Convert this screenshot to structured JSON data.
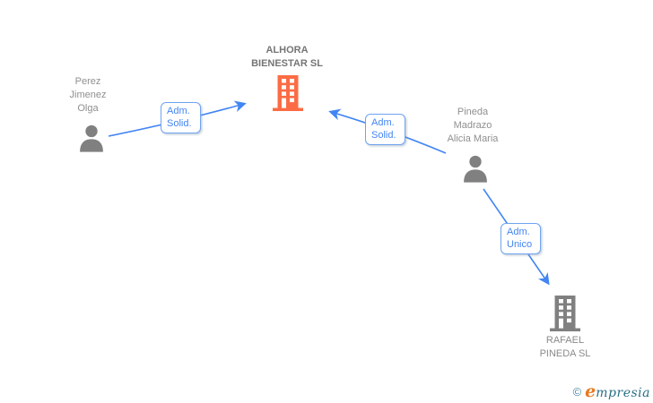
{
  "nodes": {
    "alhora": {
      "name_line1": "ALHORA",
      "name_line2": "BIENESTAR SL"
    },
    "perez": {
      "name_line1": "Perez",
      "name_line2": "Jimenez",
      "name_line3": "Olga"
    },
    "pineda": {
      "name_line1": "Pineda",
      "name_line2": "Madrazo",
      "name_line3": "Alicia Maria"
    },
    "rafael": {
      "name_line1": "RAFAEL",
      "name_line2": "PINEDA SL"
    }
  },
  "edges": {
    "perez_to_alhora": {
      "label_line1": "Adm.",
      "label_line2": "Solid."
    },
    "pineda_to_alhora": {
      "label_line1": "Adm.",
      "label_line2": "Solid."
    },
    "pineda_to_rafael": {
      "label_line1": "Adm.",
      "label_line2": "Unico"
    }
  },
  "colors": {
    "edge_blue": "#4285f4",
    "label_border_blue": "#6fa3f0",
    "company_highlight_orange": "#fb6c45",
    "entity_gray": "#808080",
    "text_gray": "#8f8f8f",
    "logo_teal": "#2a6e86",
    "logo_orange": "#e87a22"
  },
  "watermark": {
    "copyright_symbol": "©",
    "brand_initial": "e",
    "brand_rest": "mpresia"
  }
}
